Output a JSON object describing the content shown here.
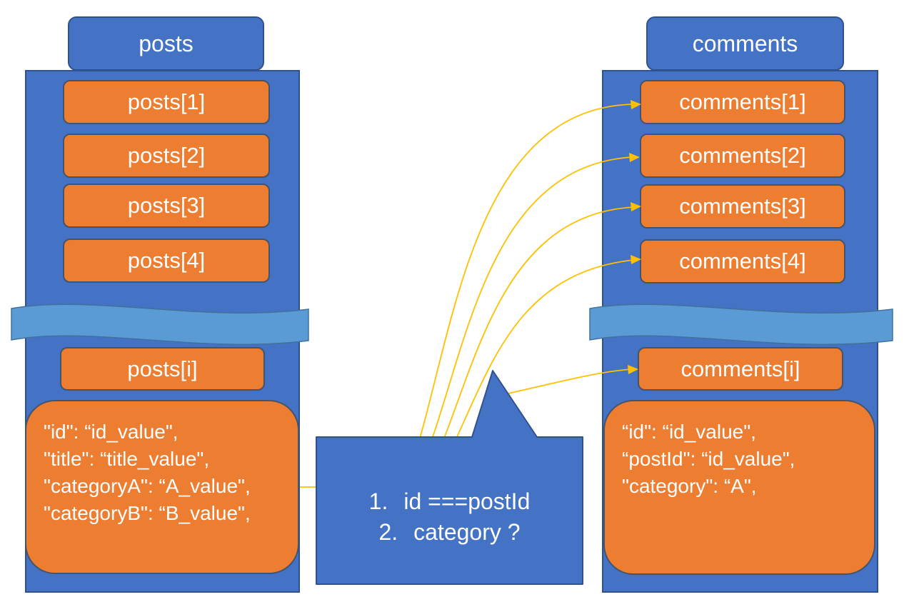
{
  "theme": {
    "colors": {
      "primary": "#4472C4",
      "primaryBorder": "#2F528F",
      "accent": "#ED7D31",
      "accentBorder": "#44546A",
      "band": "#5B9BD5",
      "bandBorder": "#41719C",
      "connector": "#FFC000",
      "text": "#FFFFFF"
    }
  },
  "posts": {
    "header": "posts",
    "items": [
      "posts[1]",
      "posts[2]",
      "posts[3]",
      "posts[4]"
    ],
    "index_item": "posts[i]",
    "record_lines": [
      "\"id\": “id_value\",",
      "\"title\": “title_value\",",
      "\"categoryA\": “A_value\",",
      "\"categoryB\": “B_value\","
    ]
  },
  "comments": {
    "header": "comments",
    "items": [
      "comments[1]",
      "comments[2]",
      "comments[3]",
      "comments[4]"
    ],
    "index_item": "comments[i]",
    "record_lines": [
      "“id\": “id_value\",",
      "“postId\": “id_value\",",
      "\"category\": “A\","
    ]
  },
  "callout": {
    "items": [
      {
        "number": "1.",
        "text": "id ===postId"
      },
      {
        "number": "2.",
        "text": "category ?"
      }
    ]
  },
  "connections": {
    "style": "curved",
    "color": "#FFC000",
    "targets": [
      "comments[1]",
      "comments[2]",
      "comments[3]",
      "comments[4]",
      "comments[i]"
    ]
  }
}
